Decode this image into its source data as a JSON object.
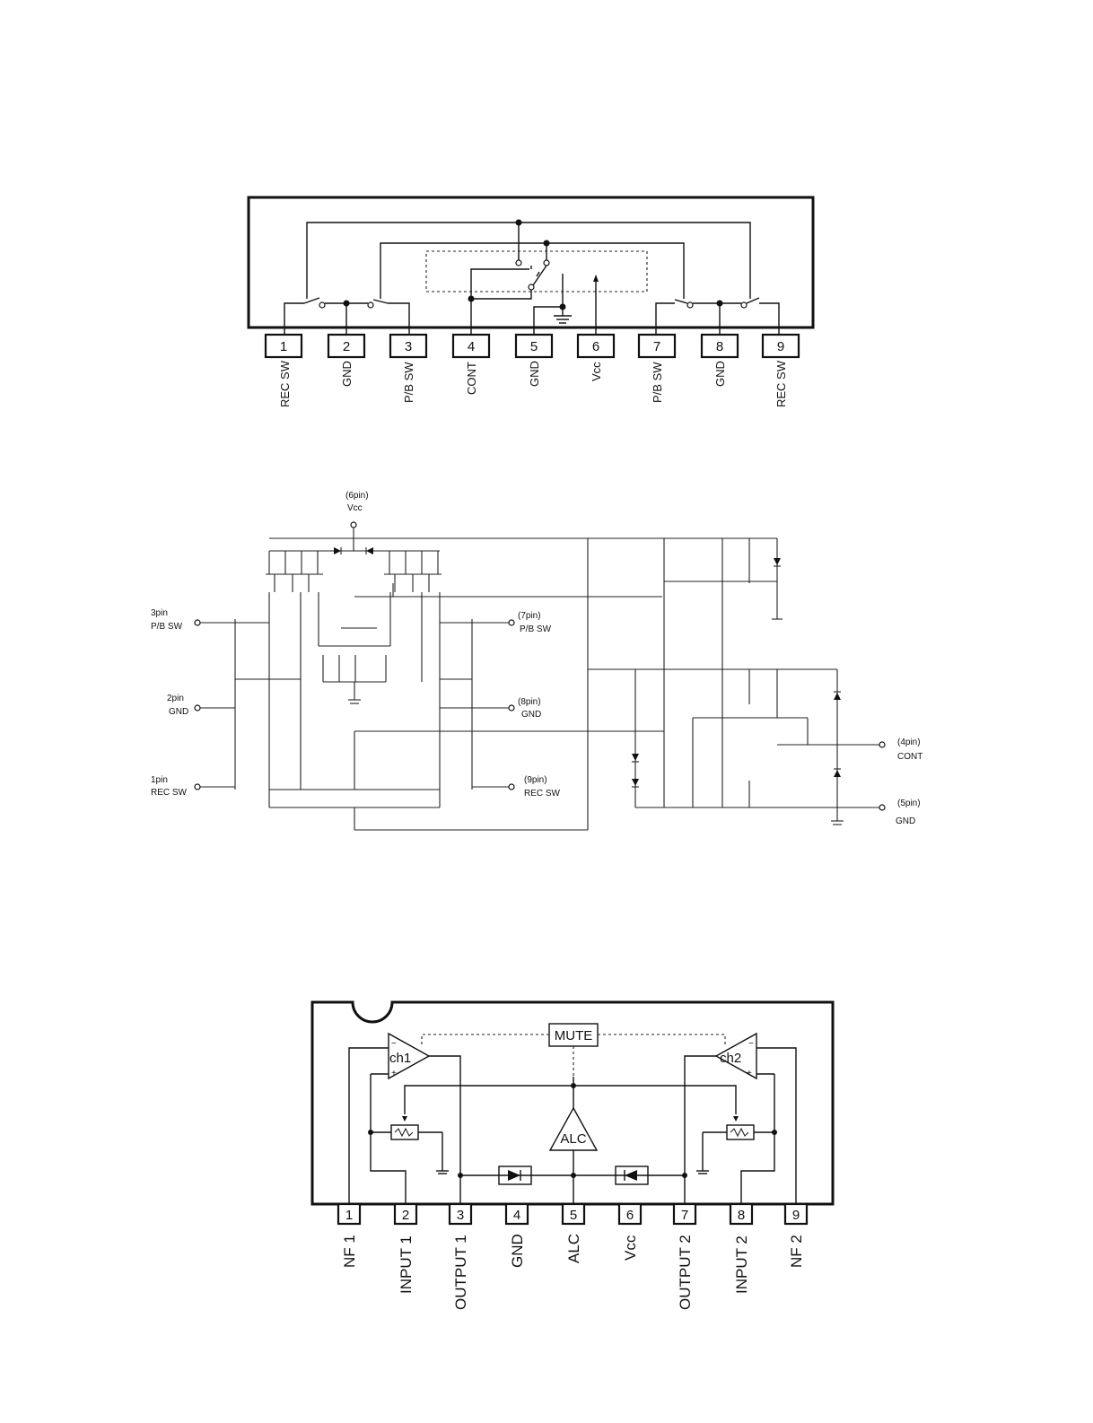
{
  "diagram1": {
    "pins": [
      {
        "num": "1",
        "label": "REC SW"
      },
      {
        "num": "2",
        "label": "GND"
      },
      {
        "num": "3",
        "label": "P/B SW"
      },
      {
        "num": "4",
        "label": "CONT"
      },
      {
        "num": "5",
        "label": "GND"
      },
      {
        "num": "6",
        "label": "Vcc"
      },
      {
        "num": "7",
        "label": "P/B SW"
      },
      {
        "num": "8",
        "label": "GND"
      },
      {
        "num": "9",
        "label": "REC SW"
      }
    ]
  },
  "diagram2": {
    "vcc_pin": "(6pin)",
    "vcc_label": "Vcc",
    "left_labels": [
      {
        "pin": "3pin",
        "name": "P/B SW"
      },
      {
        "pin": "2pin",
        "name": "GND"
      },
      {
        "pin": "1pin",
        "name": "REC SW"
      }
    ],
    "mid_labels": [
      {
        "pin": "(7pin)",
        "name": "P/B SW"
      },
      {
        "pin": "(8pin)",
        "name": "GND"
      },
      {
        "pin": "(9pin)",
        "name": "REC SW"
      }
    ],
    "right_labels": [
      {
        "pin": "(4pin)",
        "name": "CONT"
      },
      {
        "pin": "(5pin)",
        "name": "GND"
      }
    ]
  },
  "diagram3": {
    "mute_label": "MUTE",
    "alc_label": "ALC",
    "ch1_label": "ch1",
    "ch2_label": "ch2",
    "pins": [
      {
        "num": "1",
        "label": "NF 1"
      },
      {
        "num": "2",
        "label": "INPUT 1"
      },
      {
        "num": "3",
        "label": "OUTPUT 1"
      },
      {
        "num": "4",
        "label": "GND"
      },
      {
        "num": "5",
        "label": "ALC"
      },
      {
        "num": "6",
        "label": "Vcc"
      },
      {
        "num": "7",
        "label": "OUTPUT 2"
      },
      {
        "num": "8",
        "label": "INPUT 2"
      },
      {
        "num": "9",
        "label": "NF 2"
      }
    ]
  }
}
